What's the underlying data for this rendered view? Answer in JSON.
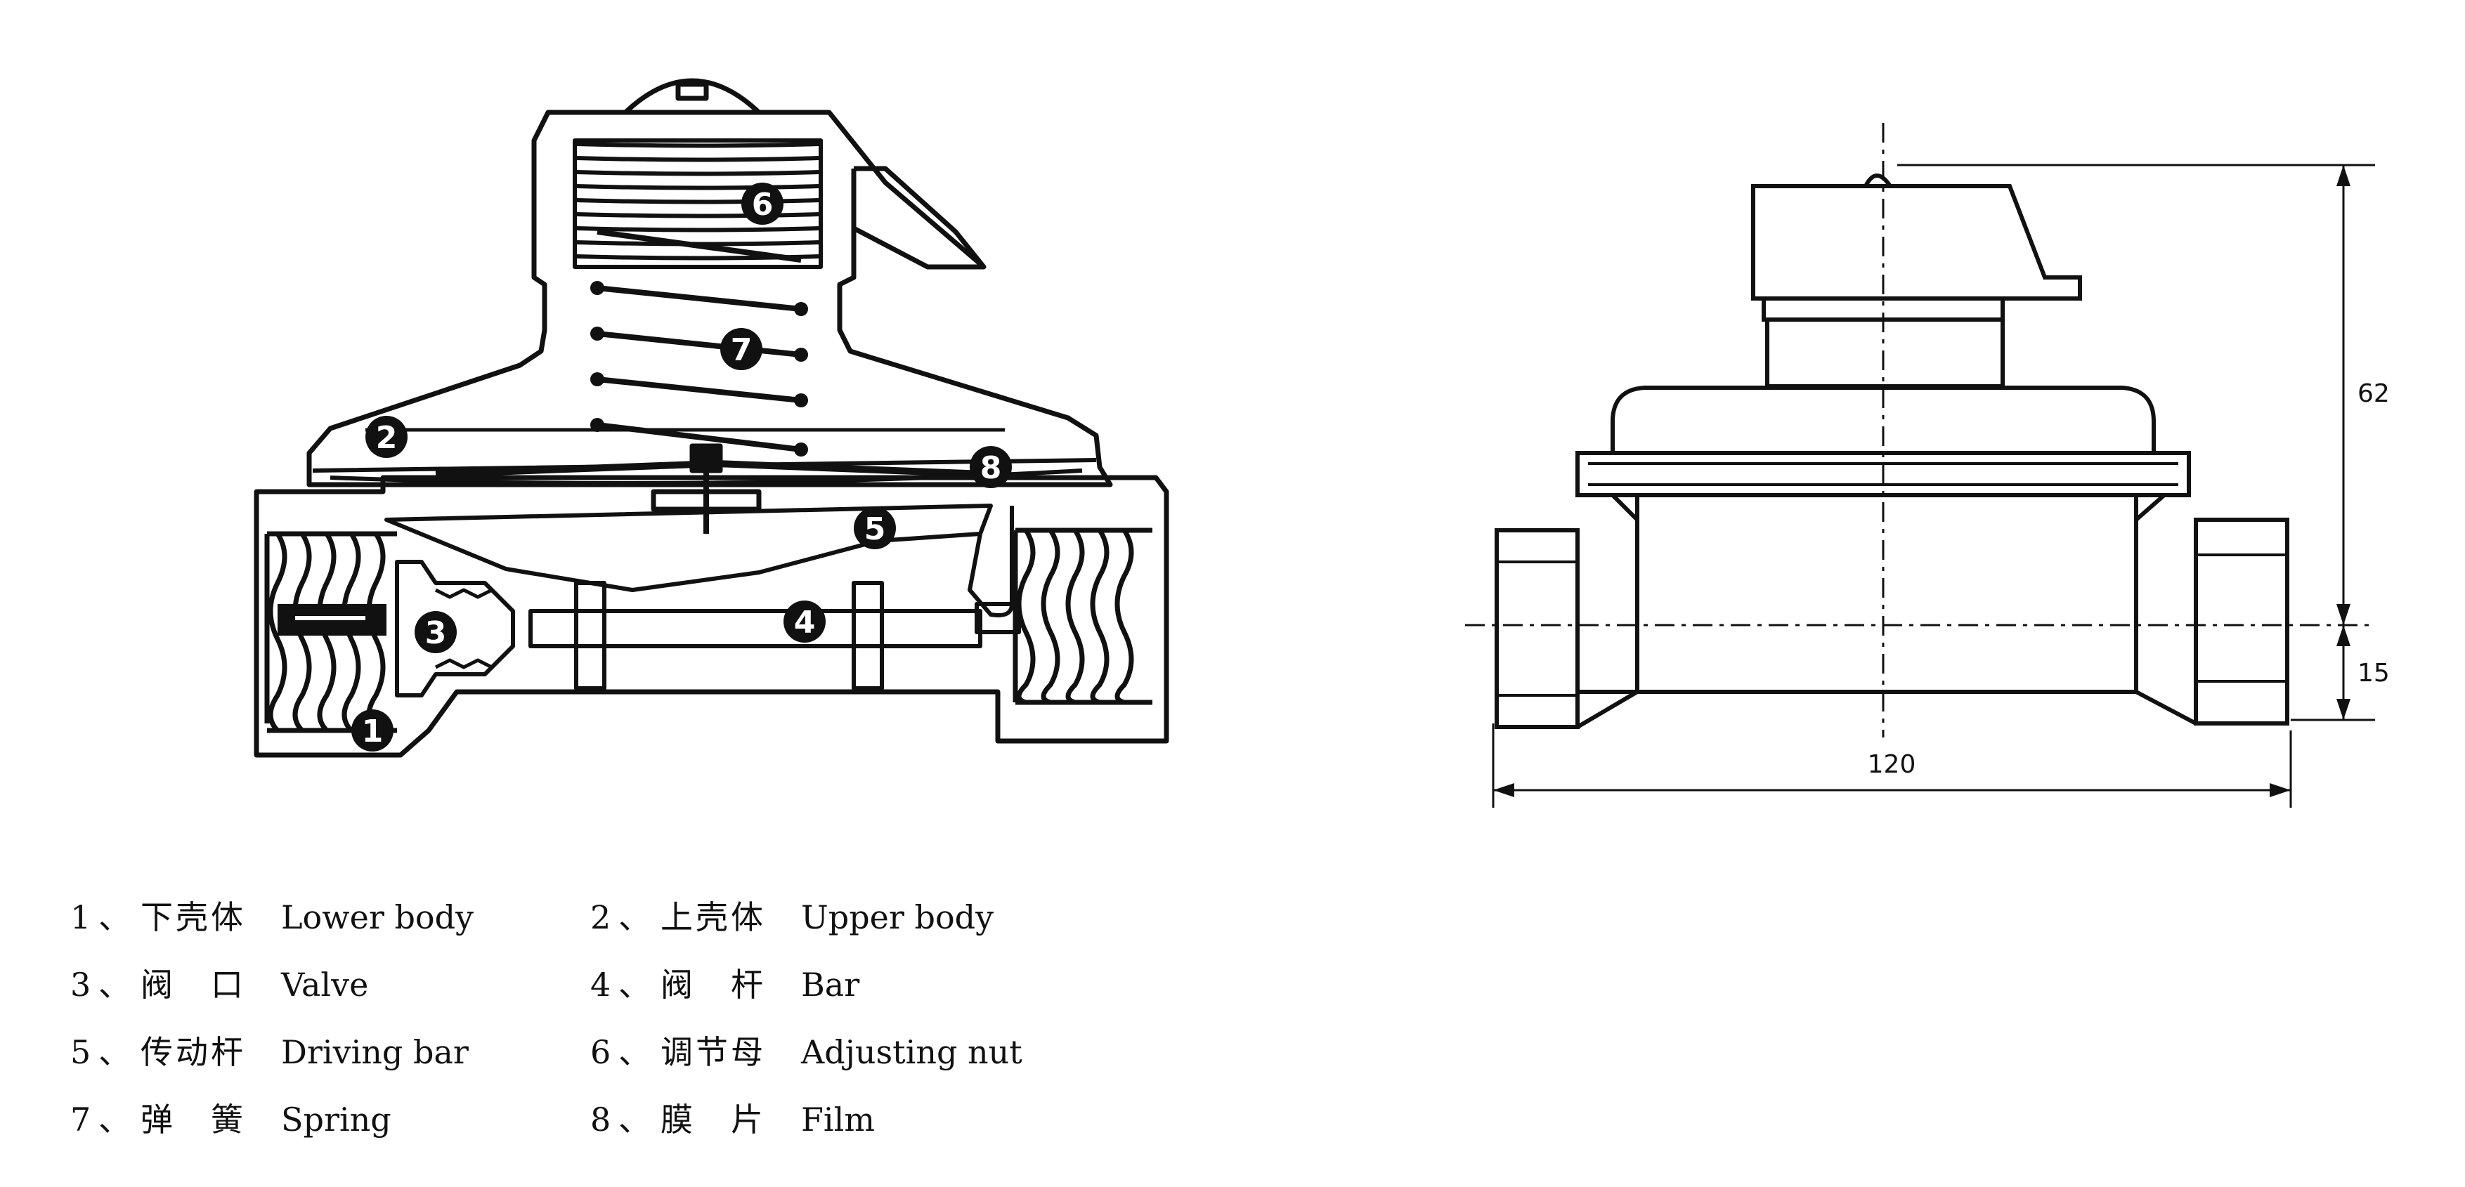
{
  "callouts": [
    "1",
    "2",
    "3",
    "4",
    "5",
    "6",
    "7",
    "8"
  ],
  "dimensions": {
    "height_total": "62",
    "height_lower": "15",
    "width": "120"
  },
  "legend": [
    {
      "num": "1",
      "sep": "、",
      "cn": "下壳体",
      "en": "Lower body"
    },
    {
      "num": "2",
      "sep": "、",
      "cn": "上壳体",
      "en": "Upper body"
    },
    {
      "num": "3",
      "sep": "、",
      "cn": "阀　口",
      "en": "Valve"
    },
    {
      "num": "4",
      "sep": "、",
      "cn": "阀　杆",
      "en": "Bar"
    },
    {
      "num": "5",
      "sep": "、",
      "cn": "传动杆",
      "en": "Driving bar"
    },
    {
      "num": "6",
      "sep": "、",
      "cn": "调节母",
      "en": "Adjusting nut"
    },
    {
      "num": "7",
      "sep": "、",
      "cn": "弹　簧",
      "en": "Spring"
    },
    {
      "num": "8",
      "sep": "、",
      "cn": "膜　片",
      "en": "Film"
    }
  ]
}
